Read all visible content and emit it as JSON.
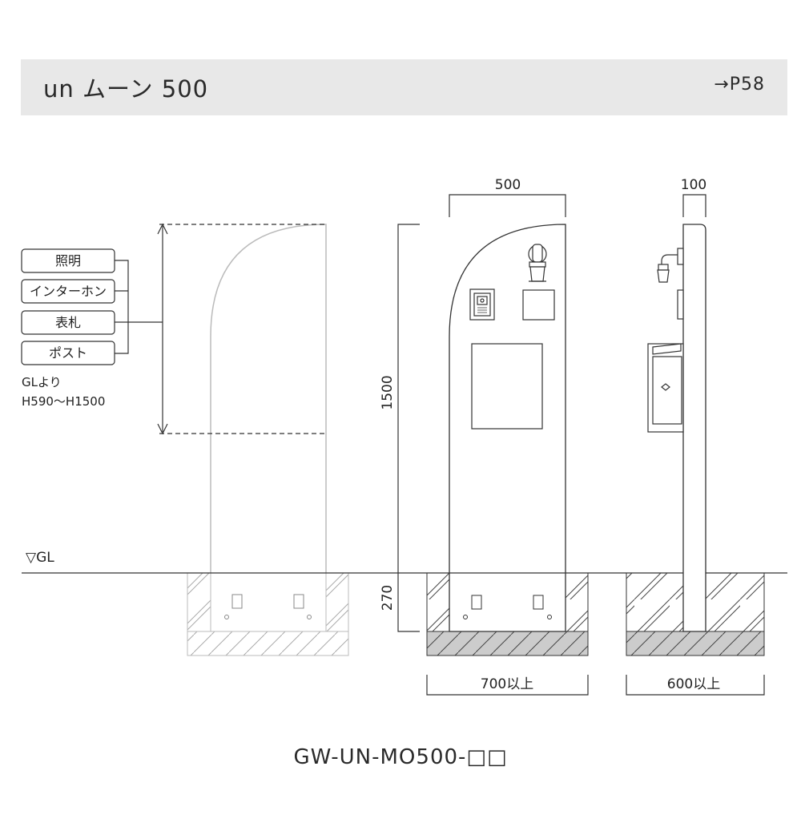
{
  "header": {
    "title": "un ムーン 500",
    "page_ref": "→P58"
  },
  "callouts": [
    "照明",
    "インターホン",
    "表札",
    "ポスト"
  ],
  "mount_note": {
    "line1": "GLより",
    "line2": "H590〜H1500"
  },
  "ground_label": "▽GL",
  "dimensions": {
    "front_width": "500",
    "side_depth": "100",
    "height": "1500",
    "embed_depth": "270",
    "front_foundation": "700以上",
    "side_foundation": "600以上"
  },
  "model_code": "GW-UN-MO500-□□",
  "colors": {
    "header_bg": "#e8e8e8",
    "line": "#333333",
    "ghost": "#bbbbbb"
  }
}
